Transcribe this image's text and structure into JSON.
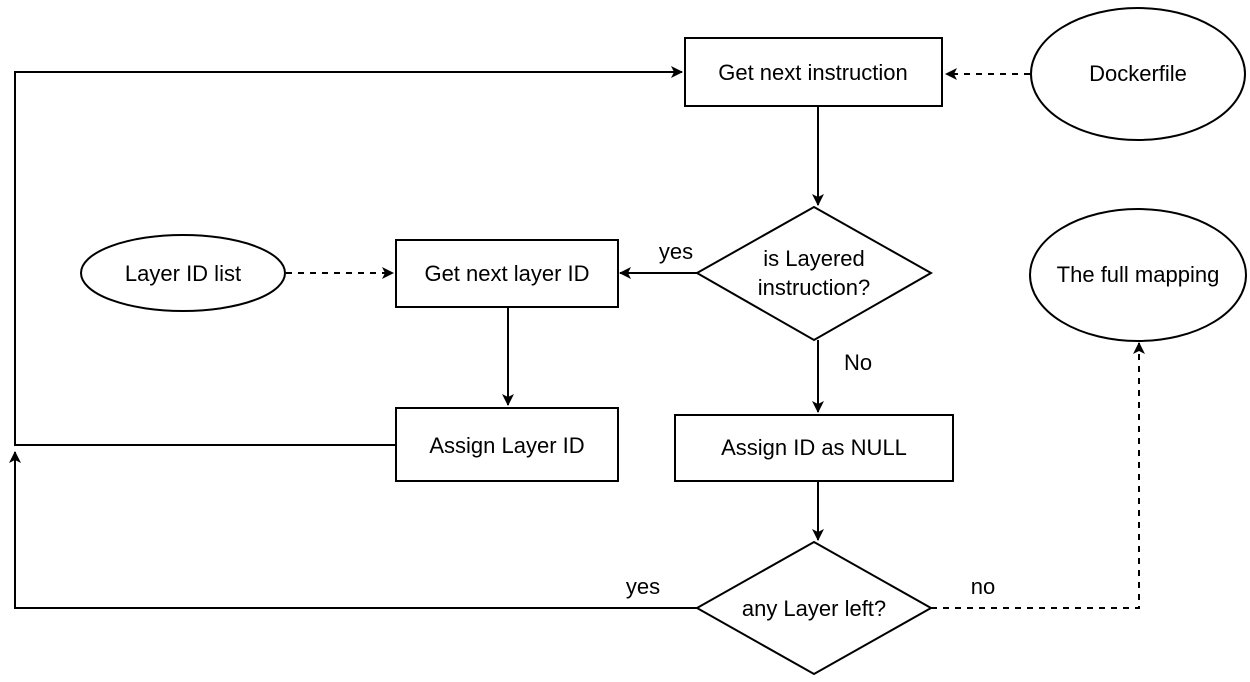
{
  "nodes": {
    "get_next_instruction": "Get next instruction",
    "dockerfile": "Dockerfile",
    "is_layered_line1": "is Layered",
    "is_layered_line2": "instruction?",
    "layer_id_list": "Layer ID list",
    "get_next_layer_id": "Get next layer ID",
    "the_full_mapping": "The full mapping",
    "assign_layer_id": "Assign Layer ID",
    "assign_id_null": "Assign ID as NULL",
    "any_layer_left": "any Layer left?"
  },
  "edge_labels": {
    "layered_yes": "yes",
    "layered_no": "No",
    "left_yes": "yes",
    "left_no": "no"
  }
}
